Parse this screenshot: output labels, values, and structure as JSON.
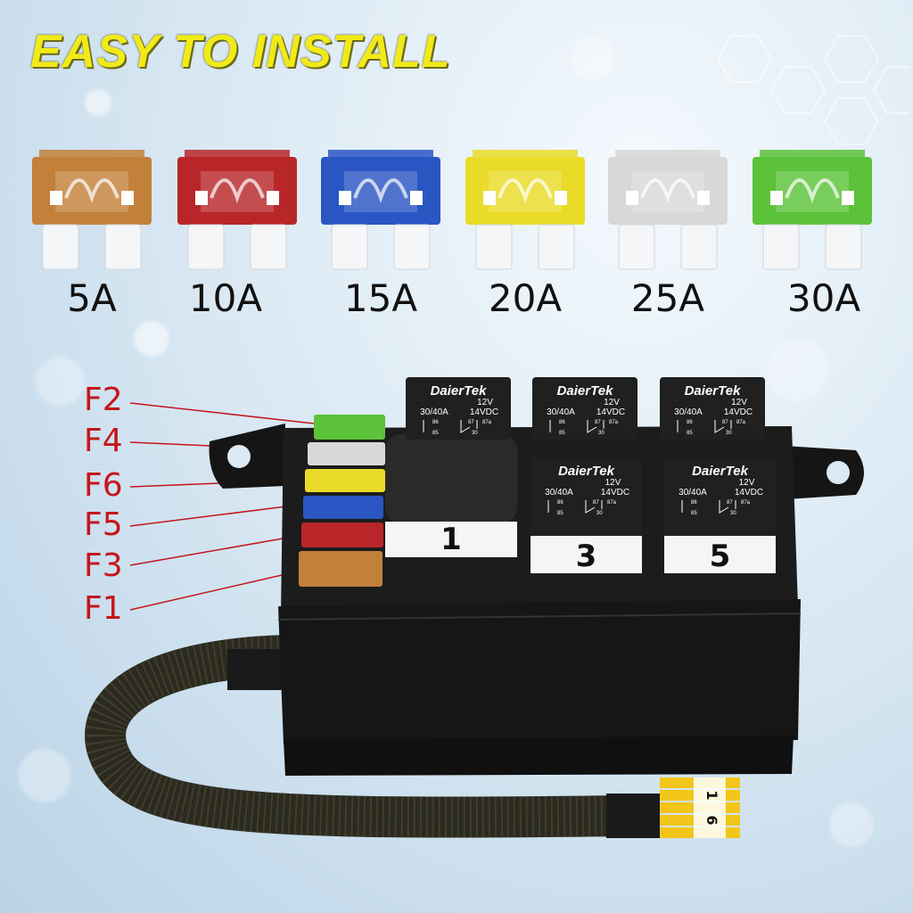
{
  "title": "EASY TO INSTALL",
  "fuses": [
    {
      "label": "5A",
      "color": "#c2803a"
    },
    {
      "label": "10A",
      "color": "#b8262a"
    },
    {
      "label": "15A",
      "color": "#2a56c4"
    },
    {
      "label": "20A",
      "color": "#eadb28"
    },
    {
      "label": "25A",
      "color": "#d8d8d6"
    },
    {
      "label": "30A",
      "color": "#5cc23a"
    }
  ],
  "fuse_positions": [
    "F2",
    "F4",
    "F6",
    "F5",
    "F3",
    "F1"
  ],
  "relays": [
    {
      "brand": "DaierTek",
      "coil": "12V",
      "rating": "30/40A",
      "voltage": "14VDC",
      "number": ""
    },
    {
      "brand": "DaierTek",
      "coil": "12V",
      "rating": "30/40A",
      "voltage": "14VDC",
      "number": ""
    },
    {
      "brand": "DaierTek",
      "coil": "12V",
      "rating": "30/40A",
      "voltage": "14VDC",
      "number": "3"
    },
    {
      "brand": "DaierTek",
      "coil": "12V",
      "rating": "30/40A",
      "voltage": "14VDC",
      "number": "5"
    }
  ],
  "relay_slot_1": "1",
  "wire_numbers": [
    "1",
    "6"
  ],
  "pin_labels": [
    "86",
    "87",
    "87a",
    "85",
    "30"
  ]
}
